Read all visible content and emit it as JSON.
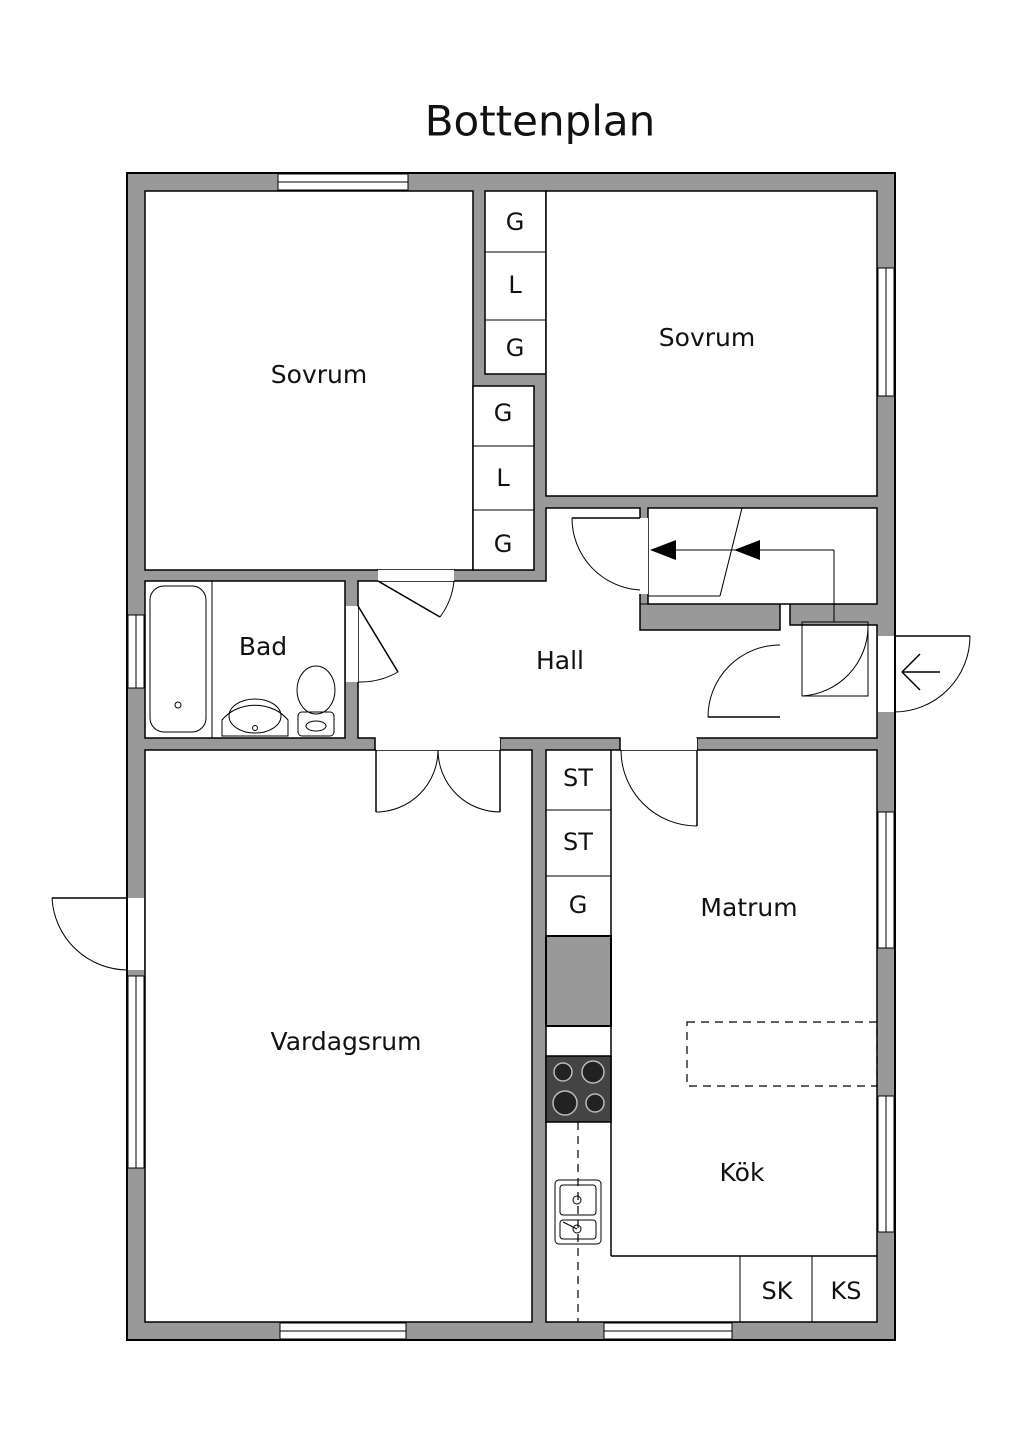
{
  "title": "Bottenplan",
  "colors": {
    "wall": "#999999",
    "line": "#000000",
    "background": "#ffffff"
  },
  "rooms": {
    "sovrum_left": "Sovrum",
    "sovrum_right": "Sovrum",
    "bad": "Bad",
    "hall": "Hall",
    "vardagsrum": "Vardagsrum",
    "matrum": "Matrum",
    "kok": "Kök"
  },
  "cabinets": {
    "upper_1": "G",
    "upper_2": "L",
    "upper_3": "G",
    "lower_1": "G",
    "lower_2": "L",
    "lower_3": "G",
    "kitchen_1": "ST",
    "kitchen_2": "ST",
    "kitchen_3": "G",
    "sk": "SK",
    "ks": "KS"
  },
  "icons": {
    "entrance": "arrow-left-icon",
    "stairs": "stair-arrow-icon",
    "stove": "stove-icon",
    "sink": "sink-icon",
    "bathtub": "bathtub-icon",
    "toilet": "toilet-icon",
    "washbasin": "washbasin-icon"
  }
}
